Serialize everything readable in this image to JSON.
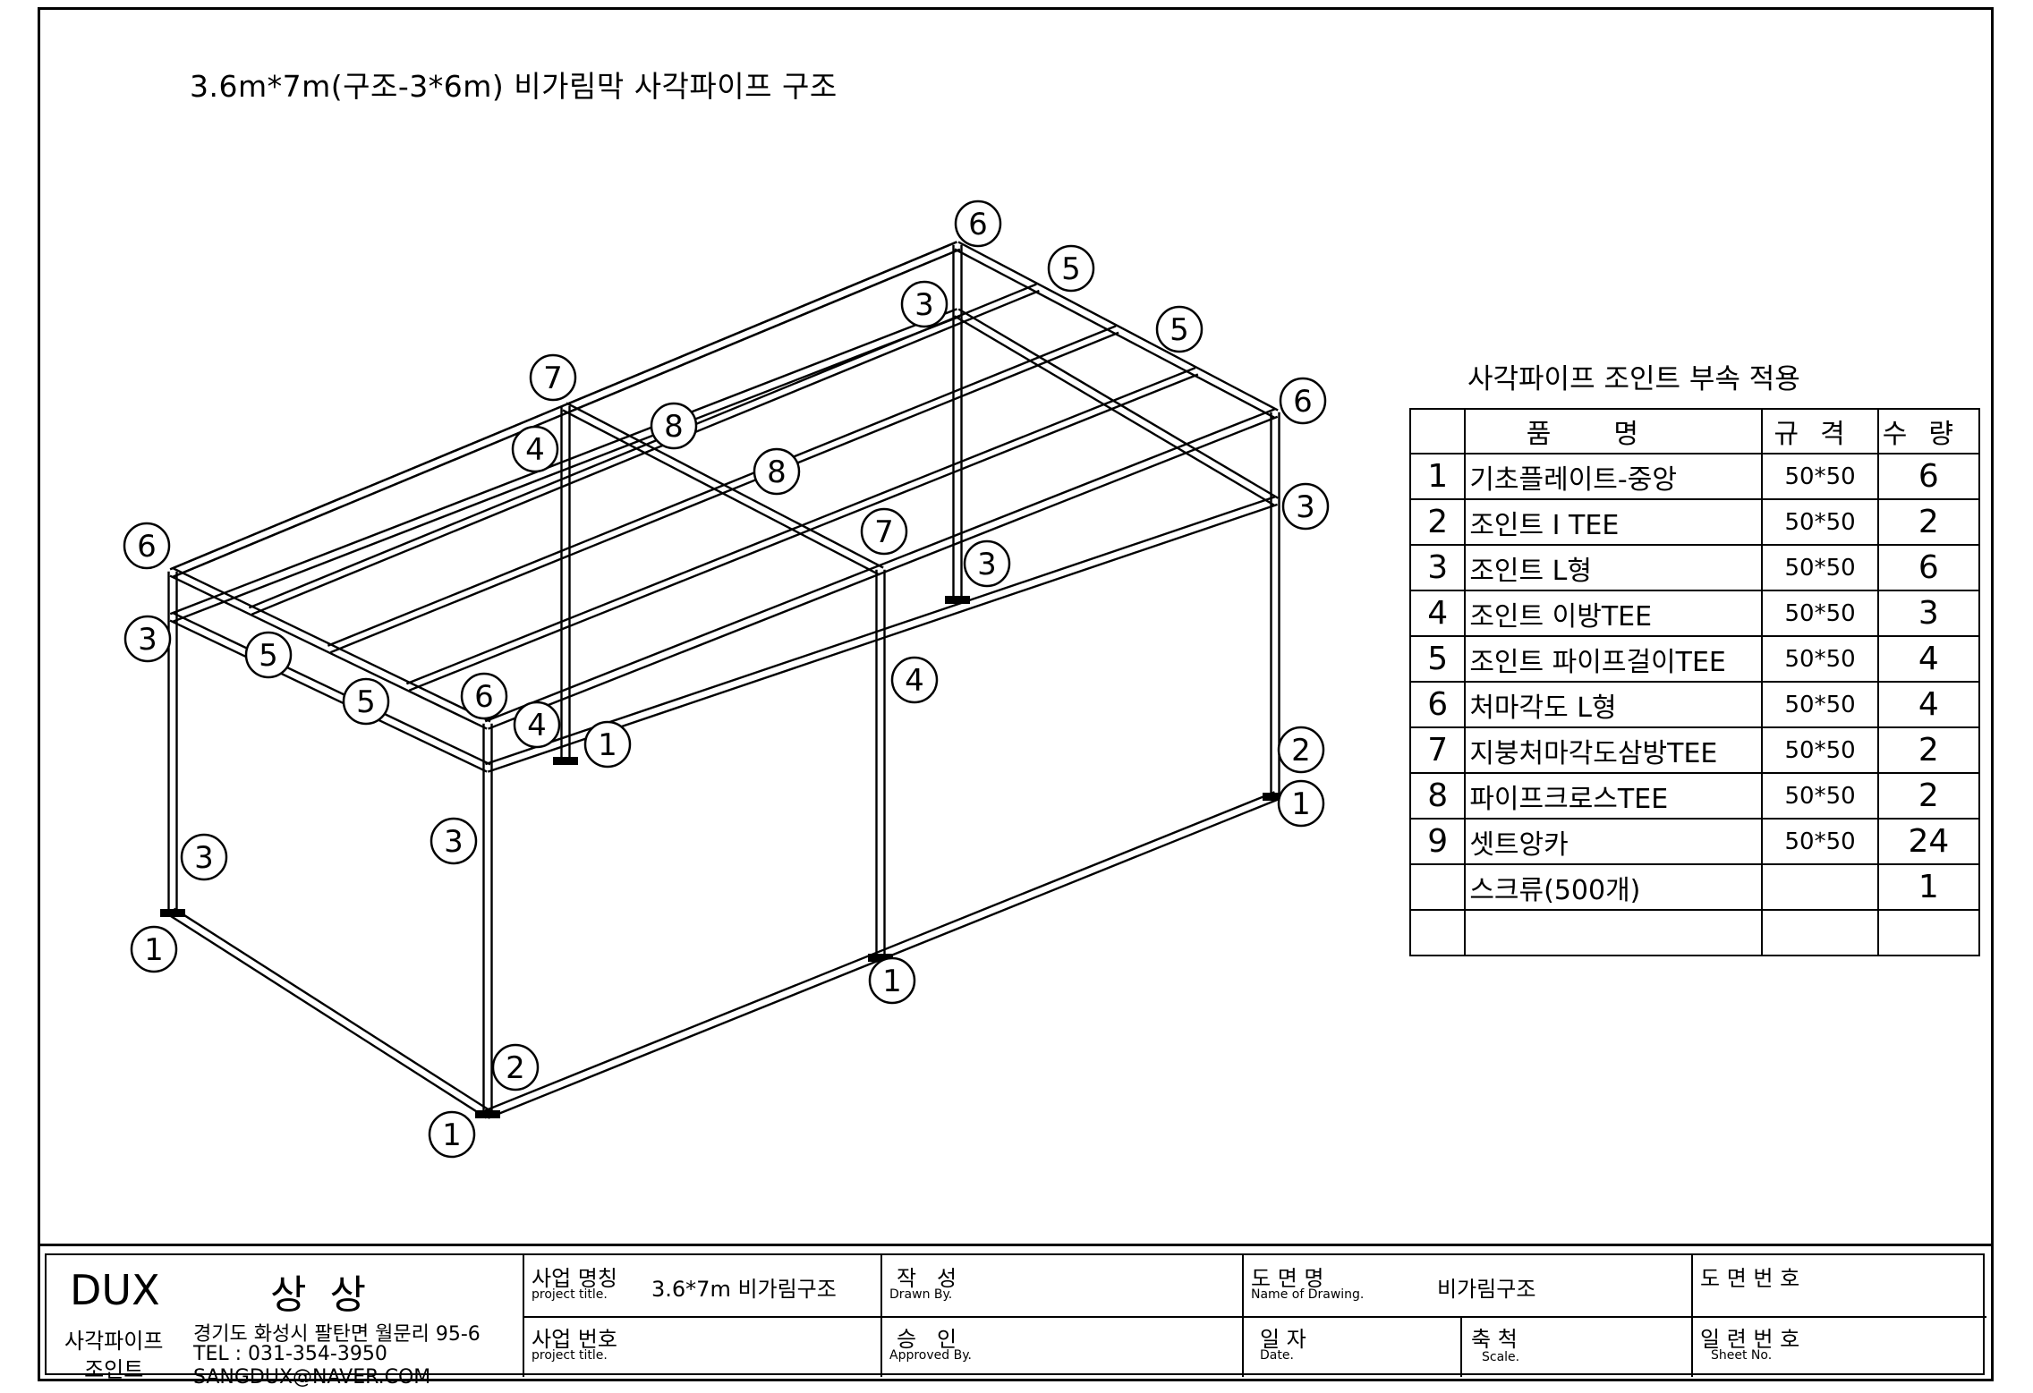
{
  "drawing_title": "3.6m*7m(구조-3*6m) 비가림막 사각파이프 구조",
  "callout_labels": [
    {
      "n": "6"
    },
    {
      "n": "5"
    },
    {
      "n": "3"
    },
    {
      "n": "5"
    },
    {
      "n": "6"
    },
    {
      "n": "7"
    },
    {
      "n": "8"
    },
    {
      "n": "4"
    },
    {
      "n": "8"
    },
    {
      "n": "3"
    },
    {
      "n": "6"
    },
    {
      "n": "7"
    },
    {
      "n": "3"
    },
    {
      "n": "3"
    },
    {
      "n": "5"
    },
    {
      "n": "5"
    },
    {
      "n": "6"
    },
    {
      "n": "4"
    },
    {
      "n": "4"
    },
    {
      "n": "1"
    },
    {
      "n": "2"
    },
    {
      "n": "1"
    },
    {
      "n": "3"
    },
    {
      "n": "3"
    },
    {
      "n": "1"
    },
    {
      "n": "1"
    },
    {
      "n": "2"
    },
    {
      "n": "1"
    }
  ],
  "parts_table": {
    "title": "사각파이프 조인트 부속 적용",
    "headers": {
      "name": "품명",
      "spec": "규격",
      "qty": "수량"
    },
    "rows": [
      {
        "no": "1",
        "name": "기초플레이트-중앙",
        "spec": "50*50",
        "qty": "6"
      },
      {
        "no": "2",
        "name": "조인트  I  TEE",
        "spec": "50*50",
        "qty": "2"
      },
      {
        "no": "3",
        "name": "조인트 L형",
        "spec": "50*50",
        "qty": "6"
      },
      {
        "no": "4",
        "name": "조인트 이방TEE",
        "spec": "50*50",
        "qty": "3"
      },
      {
        "no": "5",
        "name": "조인트 파이프걸이TEE",
        "spec": "50*50",
        "qty": "4"
      },
      {
        "no": "6",
        "name": "처마각도 L형",
        "spec": "50*50",
        "qty": "4"
      },
      {
        "no": "7",
        "name": "지붕처마각도삼방TEE",
        "spec": "50*50",
        "qty": "2"
      },
      {
        "no": "8",
        "name": "파이프크로스TEE",
        "spec": "50*50",
        "qty": "2"
      },
      {
        "no": "9",
        "name": "셋트앙카",
        "spec": "50*50",
        "qty": "24"
      },
      {
        "no": "",
        "name": "스크류(500개)",
        "spec": "",
        "qty": "1"
      },
      {
        "no": "",
        "name": "",
        "spec": "",
        "qty": ""
      }
    ]
  },
  "title_block": {
    "company": "DUX",
    "company_name": "상 상",
    "company_sub": "사각파이프\n조인트",
    "address": "경기도 화성시 팔탄면 월문리 95-6",
    "tel": "TEL : 031-354-3950",
    "email": "SANGDUX@NAVER.COM",
    "project_name_label": "사업 명칭",
    "project_name_label_en": "project title.",
    "project_name": "3.6*7m 비가림구조",
    "project_no_label": "사업 번호",
    "project_no_label_en": "project title.",
    "drawn_label": "작   성",
    "drawn_label_en": "Drawn By.",
    "approved_label": "승   인",
    "approved_label_en": "Approved By.",
    "drawing_name_label": "도 면 명",
    "drawing_name_label_en": "Name of Drawing.",
    "drawing_name": "비가림구조",
    "date_label": "일 자",
    "date_label_en": "Date.",
    "scale_label": "축 척",
    "scale_label_en": "Scale.",
    "drawing_no_label": "도 면 번 호",
    "sheet_no_label": "일 련 번 호",
    "sheet_no_label_en": "Sheet No."
  }
}
